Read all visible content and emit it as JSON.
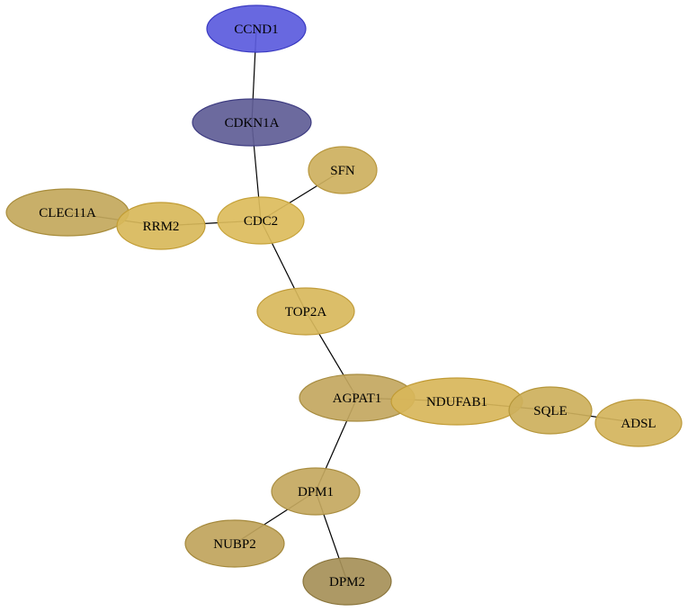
{
  "graph": {
    "nodes": [
      {
        "id": "CCND1",
        "label": "CCND1",
        "fill": "#5b5bdd",
        "stroke": "#3a3ac2"
      },
      {
        "id": "CDKN1A",
        "label": "CDKN1A",
        "fill": "#5f5d96",
        "stroke": "#3f3d82"
      },
      {
        "id": "SFN",
        "label": "SFN",
        "fill": "#cdb05e",
        "stroke": "#b8973e"
      },
      {
        "id": "CLEC11A",
        "label": "CLEC11A",
        "fill": "#c3a85c",
        "stroke": "#a88d3c"
      },
      {
        "id": "RRM2",
        "label": "RRM2",
        "fill": "#d8b85a",
        "stroke": "#c19c34"
      },
      {
        "id": "CDC2",
        "label": "CDC2",
        "fill": "#dcbc5c",
        "stroke": "#c6a33a"
      },
      {
        "id": "TOP2A",
        "label": "TOP2A",
        "fill": "#d8b85c",
        "stroke": "#c19c3a"
      },
      {
        "id": "AGPAT1",
        "label": "AGPAT1",
        "fill": "#c3a760",
        "stroke": "#a78c40"
      },
      {
        "id": "NDUFAB1",
        "label": "NDUFAB1",
        "fill": "#d8b65a",
        "stroke": "#c19b34"
      },
      {
        "id": "SQLE",
        "label": "SQLE",
        "fill": "#cdb05c",
        "stroke": "#b5963a"
      },
      {
        "id": "ADSL",
        "label": "ADSL",
        "fill": "#d4b45c",
        "stroke": "#bc993a"
      },
      {
        "id": "DPM1",
        "label": "DPM1",
        "fill": "#c4a860",
        "stroke": "#a98d40"
      },
      {
        "id": "NUBP2",
        "label": "NUBP2",
        "fill": "#c0a45c",
        "stroke": "#a5893c"
      },
      {
        "id": "DPM2",
        "label": "DPM2",
        "fill": "#a69058",
        "stroke": "#8a753c"
      }
    ],
    "edges": [
      [
        "CCND1",
        "CDKN1A"
      ],
      [
        "CDKN1A",
        "CDC2"
      ],
      [
        "SFN",
        "CDC2"
      ],
      [
        "RRM2",
        "CDC2"
      ],
      [
        "CLEC11A",
        "RRM2"
      ],
      [
        "CDC2",
        "TOP2A"
      ],
      [
        "TOP2A",
        "AGPAT1"
      ],
      [
        "AGPAT1",
        "NDUFAB1"
      ],
      [
        "NDUFAB1",
        "SQLE"
      ],
      [
        "SQLE",
        "ADSL"
      ],
      [
        "AGPAT1",
        "DPM1"
      ],
      [
        "DPM1",
        "NUBP2"
      ],
      [
        "DPM1",
        "DPM2"
      ]
    ]
  }
}
